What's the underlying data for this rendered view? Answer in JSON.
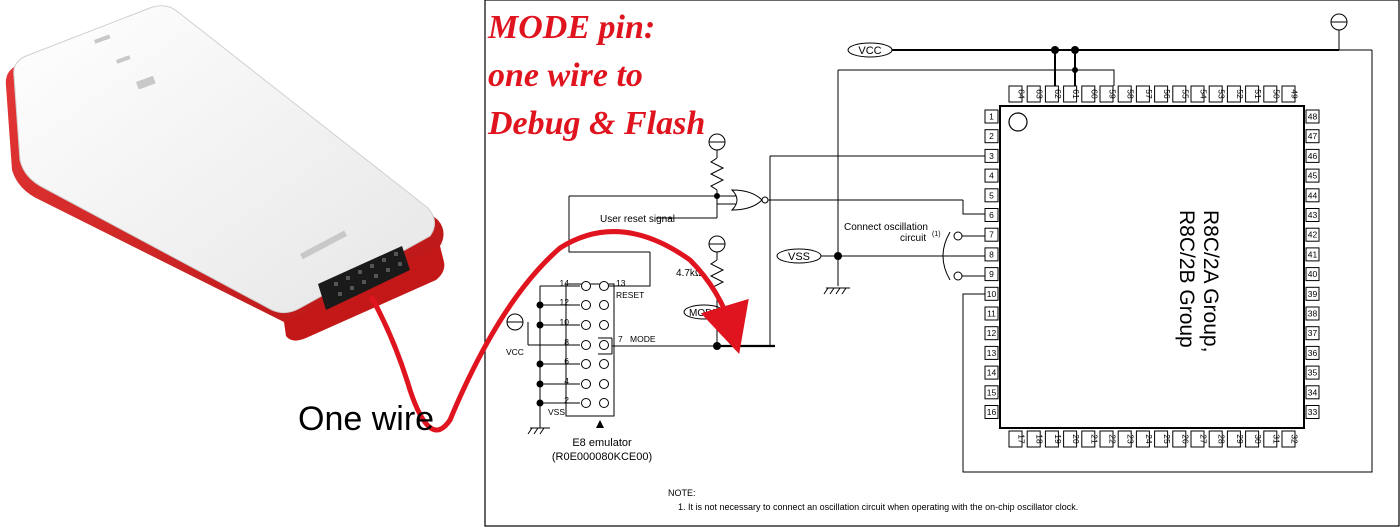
{
  "headline": {
    "line1": "MODE pin:",
    "line2": "one wire to",
    "line3": "Debug & Flash"
  },
  "caption": "One wire",
  "emulator": {
    "name": "E8 emulator",
    "part": "(R0E000080KCE00)",
    "pins_left": [
      "14",
      "12",
      "10",
      "8",
      "6",
      "4",
      "2"
    ],
    "pins_right": [
      "13",
      "7"
    ],
    "reset_label": "RESET",
    "mode_pin_label": "MODE",
    "vcc_label": "VCC",
    "vss_label": "VSS"
  },
  "schematic": {
    "vcc_tag": "VCC",
    "vss_tag": "VSS",
    "mode_tag": "MODE",
    "user_reset": "User reset signal",
    "resistor": "4.7kΩ",
    "osc_line1": "Connect oscillation",
    "osc_line2": "circuit",
    "osc_superscript": "(1)",
    "chip_line1": "R8C/2A Group,",
    "chip_line2": "R8C/2B Group",
    "pins_left": [
      "1",
      "2",
      "3",
      "4",
      "5",
      "6",
      "7",
      "8",
      "9",
      "10",
      "11",
      "12",
      "13",
      "14",
      "15",
      "16"
    ],
    "pins_right": [
      "48",
      "47",
      "46",
      "45",
      "44",
      "43",
      "42",
      "41",
      "40",
      "39",
      "38",
      "37",
      "36",
      "35",
      "34",
      "33"
    ],
    "pins_top": [
      "64",
      "63",
      "62",
      "61",
      "60",
      "59",
      "58",
      "57",
      "56",
      "55",
      "54",
      "53",
      "52",
      "51",
      "50",
      "49"
    ],
    "pins_bottom": [
      "17",
      "18",
      "19",
      "20",
      "21",
      "22",
      "23",
      "24",
      "25",
      "26",
      "27",
      "28",
      "29",
      "30",
      "31",
      "32"
    ]
  },
  "note": {
    "title": "NOTE:",
    "text": "1. It is not necessary to connect an oscillation circuit when operating with the on-chip oscillator clock."
  },
  "colors": {
    "accent_red": "#e0141e",
    "device_red": "#d81f1f",
    "device_white": "#f2f2f2"
  }
}
